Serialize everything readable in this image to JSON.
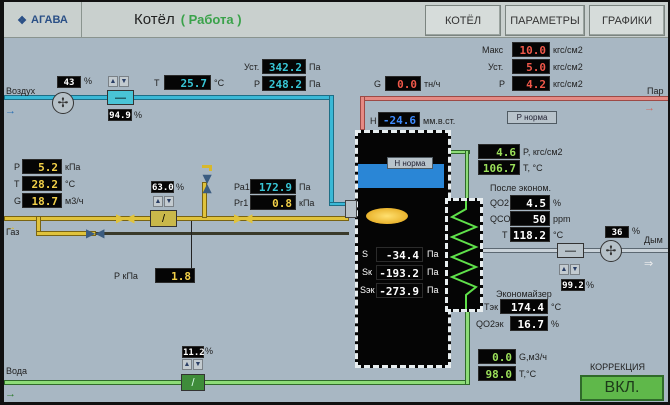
{
  "header": {
    "logo": "АГАВА",
    "title": "Котёл",
    "status": "( Работа )",
    "tabs": [
      "КОТЁЛ",
      "ПАРАМЕТРЫ",
      "ГРАФИКИ"
    ]
  },
  "air": {
    "label": "Воздух",
    "fan_pct": "43",
    "damper_pct": "94.9",
    "pct_unit": "%",
    "t_label": "T",
    "t_value": "25.7",
    "t_unit": "°C",
    "ust_label": "Уст.",
    "ust_value": "342.2",
    "p_label": "P",
    "p_value": "248.2",
    "unit": "Па"
  },
  "steam": {
    "label": "Пар",
    "g_label": "G",
    "g_value": "0.0",
    "g_unit": "тн/ч",
    "h_label": "H",
    "h_value": "-24.6",
    "h_unit": "мм.в.ст.",
    "max_label": "Макс",
    "max_value": "10.0",
    "ust_label": "Уст.",
    "ust_value": "5.0",
    "p_label": "P",
    "p_value": "4.2",
    "unit": "кгс/см2",
    "p_norm": "Р норма"
  },
  "boiler": {
    "level_norm": "Н норма",
    "s_rows": [
      {
        "label": "S",
        "value": "-34.4",
        "unit": "Па"
      },
      {
        "label": "Sк",
        "value": "-193.2",
        "unit": "Па"
      },
      {
        "label": "Sэк",
        "value": "-273.9",
        "unit": "Па"
      }
    ]
  },
  "outlet": {
    "p_value": "4.6",
    "p_label": "P, кгс/см2",
    "t_value": "106.7",
    "t_label": "T, °C"
  },
  "flue": {
    "title": "После эконом.",
    "qo2_label": "QO2",
    "qo2_value": "4.5",
    "qo2_unit": "%",
    "qco_label": "QCO",
    "qco_value": "50",
    "qco_unit": "ppm",
    "t_label": "T",
    "t_value": "118.2",
    "t_unit": "°C",
    "fan_pct": "36",
    "damper_pct": "99.2",
    "pct_unit": "%",
    "label": "Дым"
  },
  "economizer": {
    "title": "Экономайзер",
    "t_label": "Тэк",
    "t_value": "174.4",
    "t_unit": "°C",
    "qo2_label": "QO2эк",
    "qo2_value": "16.7",
    "qo2_unit": "%"
  },
  "gas": {
    "label": "Газ",
    "p_label": "P",
    "p_value": "5.2",
    "p_unit": "кПа",
    "t_label": "T",
    "t_value": "28.2",
    "t_unit": "°C",
    "g_label": "G",
    "g_value": "18.7",
    "g_unit": "м3/ч",
    "damper_pct": "63.0",
    "pct_unit": "%",
    "pa1_label": "Ра1",
    "pa1_value": "172.9",
    "pa1_unit": "Па",
    "pr1_label": "Рг1",
    "pr1_value": "0.8",
    "pr1_unit": "кПа",
    "pk_label": "Р кПа",
    "pk_value": "1.8"
  },
  "water": {
    "label": "Вода",
    "damper_pct": "11.2",
    "pct_unit": "%",
    "g_value": "0.0",
    "g_label": "G,м3/ч",
    "t_value": "98.0",
    "t_label": "T,°C"
  },
  "correction": {
    "label": "КОРРЕКЦИЯ",
    "button": "ВКЛ."
  }
}
